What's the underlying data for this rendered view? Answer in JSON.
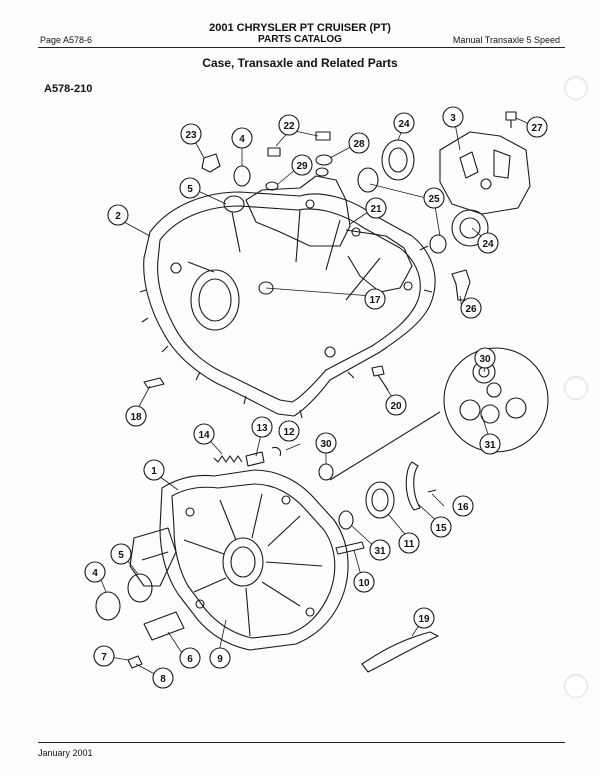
{
  "header": {
    "title": "2001 CHRYSLER PT CRUISER (PT)",
    "subtitle": "PARTS CATALOG",
    "page_label": "Page  A578-6",
    "section_right": "Manual Transaxle 5 Speed"
  },
  "section_title": "Case, Transaxle and Related Parts",
  "figure_id": "A578-210",
  "footer": {
    "date": "January 2001"
  },
  "callouts": [
    "1",
    "2",
    "3",
    "4",
    "4",
    "5",
    "5",
    "6",
    "7",
    "8",
    "9",
    "10",
    "11",
    "12",
    "13",
    "14",
    "15",
    "16",
    "17",
    "18",
    "19",
    "20",
    "21",
    "22",
    "23",
    "24",
    "24",
    "25",
    "26",
    "27",
    "28",
    "29",
    "30",
    "30",
    "31",
    "31"
  ]
}
